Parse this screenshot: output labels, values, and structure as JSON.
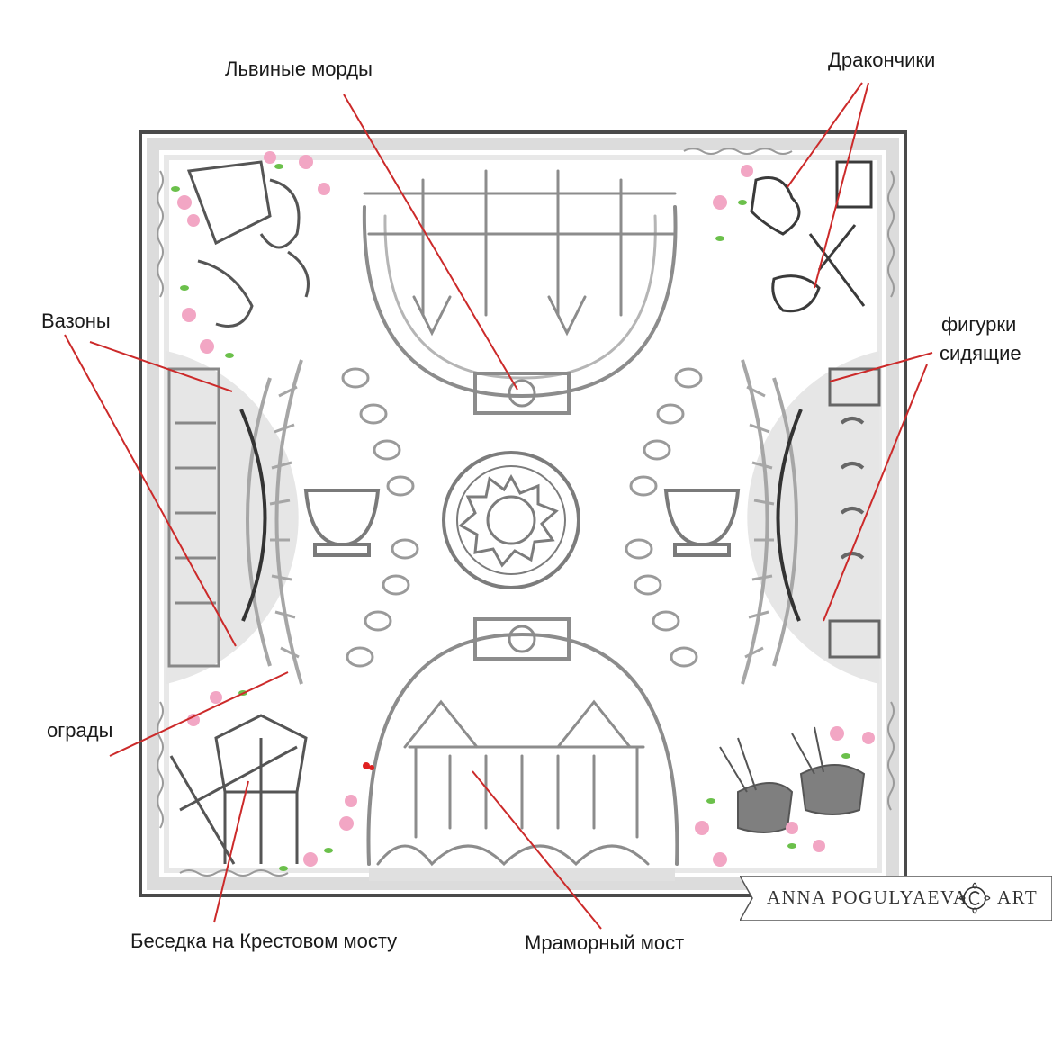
{
  "labels": {
    "lion_faces": "Львиные морды",
    "dragons": "Дракончики",
    "vases": "Вазоны",
    "seated_figures_line1": "фигурки",
    "seated_figures_line2": "сидящие",
    "fences": "ограды",
    "gazebo": "Беседка на Крестовом мосту",
    "marble_bridge": "Мраморный мост"
  },
  "brand": {
    "left": "ANNA POGULYAEVA",
    "right": "ART"
  },
  "colors": {
    "leader_line": "#cc2a2a",
    "border": "#555555",
    "sketch": "#8c8c8c",
    "light_band": "#dcdcdc",
    "rose": "#f2a6c4",
    "leaf": "#6bc04b"
  }
}
